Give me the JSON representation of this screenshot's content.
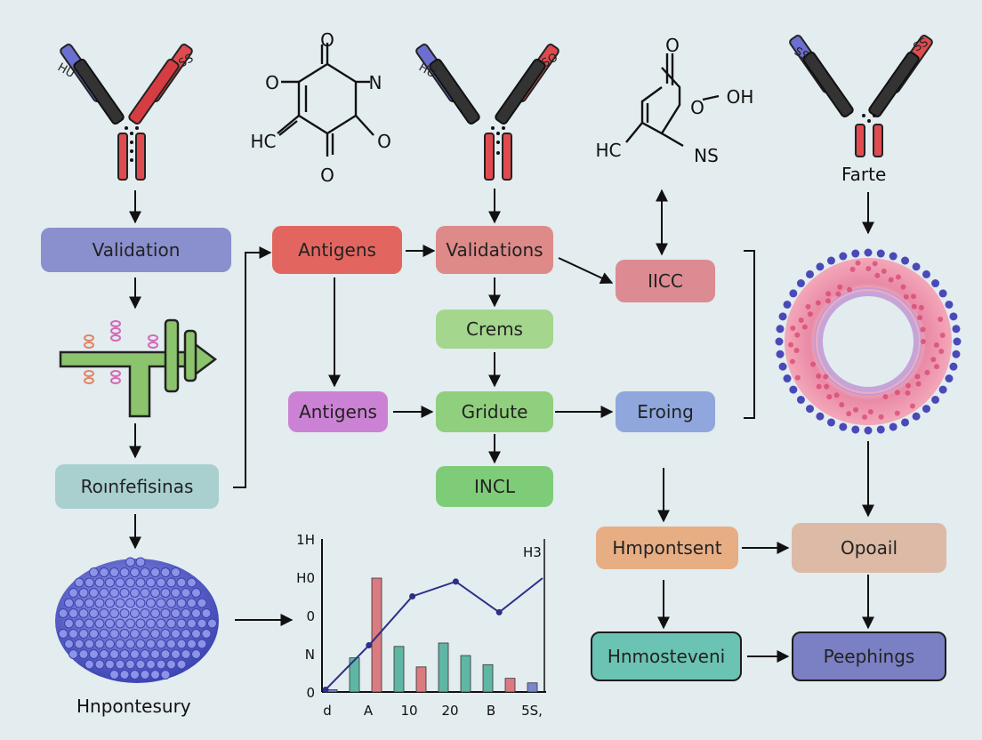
{
  "boxes": {
    "validation": "Validation",
    "antigens_top": "Antigens",
    "validations": "Validations",
    "iicc": "IICC",
    "crems": "Crems",
    "antigens_mid": "Antigens",
    "gridute": "Gridute",
    "eroing": "Eroing",
    "incl": "INCL",
    "roinfefisinas": "Roınfefisinas",
    "hmpontsent": "Hmpontsent",
    "opoail": "Opoail",
    "hnmosteveni": "Hnmosteveni",
    "peephings": "Peephings"
  },
  "labels": {
    "farte": "Farte",
    "hnpontesury": "Hnpontesury"
  },
  "molecule_left": {
    "o_top": "O",
    "o_left": "O",
    "n_right": "N",
    "hc": "HC",
    "o_right": "O",
    "o_bottom": "O"
  },
  "molecule_right": {
    "o_top": "O",
    "o": "O",
    "oh": "OH",
    "hc": "HC",
    "ns": "NS"
  },
  "antibody_tags": {
    "a1": "HU",
    "a2": "SS",
    "a3": "HU",
    "a4": "SO",
    "a5": "SS",
    "a6": "SS"
  },
  "colors": {
    "background": "#e3ecef",
    "validation": "#8a8fce",
    "antigens_top": "#e2665f",
    "validations": "#dd8a89",
    "iicc": "#dc8b92",
    "crems": "#a4d68e",
    "antigens_mid": "#cc82d4",
    "gridute": "#90cf7e",
    "eroing": "#8fa7dc",
    "incl": "#7ecc78",
    "roinfefisinas": "#a9cfcf",
    "hmpontsent": "#e7ae84",
    "opoail": "#dcbaa6",
    "hnmosteveni": "#6bc3b3",
    "peephings": "#7a80c3",
    "chart_line": "#2d2f86",
    "bar_teal": "#5fb6a4",
    "bar_red": "#d97b80",
    "bar_blue": "#7a86cf"
  },
  "chart_data": {
    "type": "bar",
    "y_tick_labels": [
      "1H",
      "H0",
      "0",
      "N",
      "0"
    ],
    "x_tick_labels": [
      "d",
      "A",
      "10",
      "20",
      "B",
      "5S,"
    ],
    "line_label": "H3",
    "ylim": [
      0,
      100
    ],
    "series": [
      {
        "values": [
          2,
          30,
          100,
          40,
          22,
          43,
          32,
          24,
          12,
          8
        ]
      },
      {
        "values": [
          2,
          41,
          84,
          97,
          70,
          100
        ]
      }
    ]
  }
}
